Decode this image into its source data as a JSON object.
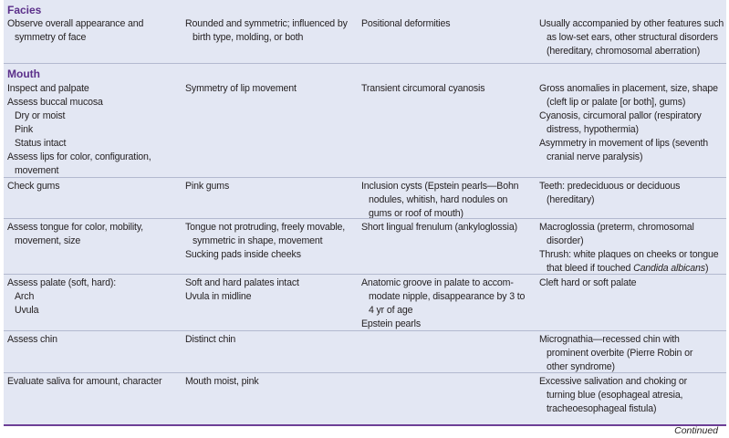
{
  "sections": [
    {
      "title": "Facies",
      "rows": [
        {
          "assessment": [
            "Observe overall appearance and",
            "  symmetry of face"
          ],
          "normal": [
            "Rounded and symmetric; influenced by",
            "  birth type, molding, or both"
          ],
          "variations": [
            "Positional deformities"
          ],
          "deviations": [
            "Usually accompanied by other features such",
            "  as low-set ears, other structural disorders",
            "  (hereditary, chromosomal aberration)"
          ]
        }
      ]
    },
    {
      "title": "Mouth",
      "rows": [
        {
          "assessment": [
            "Inspect and palpate",
            "Assess buccal mucosa",
            "Dry or moist",
            "Pink",
            "Status intact",
            "Assess lips for color, configuration,",
            "  movement"
          ],
          "normal": [
            "Symmetry of lip movement"
          ],
          "variations": [
            "Transient circumoral cyanosis"
          ],
          "deviations": [
            "Gross anomalies in placement, size, shape",
            "  (cleft lip or palate [or both], gums)",
            "Cyanosis, circumoral pallor (respiratory",
            "  distress, hypothermia)",
            "Asymmetry in movement of lips (seventh",
            "  cranial nerve paralysis)"
          ]
        },
        {
          "assessment": [
            "Check gums"
          ],
          "normal": [
            "Pink gums"
          ],
          "variations": [
            "Inclusion cysts (Epstein pearls—Bohn",
            "  nodules, whitish, hard nodules on",
            "  gums or roof of mouth)"
          ],
          "deviations": [
            "Teeth: predeciduous or deciduous",
            "  (hereditary)"
          ]
        },
        {
          "assessment": [
            "Assess tongue for color, mobility,",
            "  movement, size"
          ],
          "normal": [
            "Tongue not protruding, freely movable,",
            "  symmetric in shape, movement",
            "Sucking pads inside cheeks"
          ],
          "variations": [
            "Short lingual frenulum (ankyloglossia)"
          ],
          "deviations": [
            "Macroglossia (preterm, chromosomal",
            "  disorder)",
            "Thrush: white plaques on cheeks or tongue",
            "  that bleed if touched ",
            "Candida albicans",
            ")"
          ]
        },
        {
          "assessment": [
            "Assess palate (soft, hard):",
            "Arch",
            "Uvula"
          ],
          "normal": [
            "Soft and hard palates intact",
            "Uvula in midline"
          ],
          "variations": [
            "Anatomic groove in palate to accom-",
            "  modate nipple, disappearance by 3 to",
            "  4 yr of age",
            "Epstein pearls"
          ],
          "deviations": [
            "Cleft hard or soft palate"
          ]
        },
        {
          "assessment": [
            "Assess chin"
          ],
          "normal": [
            "Distinct chin"
          ],
          "variations": [],
          "deviations": [
            "Micrognathia—recessed chin with",
            "  prominent overbite (Pierre Robin or",
            "  other syndrome)"
          ]
        },
        {
          "assessment": [
            "Evaluate saliva for amount, character"
          ],
          "normal": [
            "Mouth moist, pink"
          ],
          "variations": [],
          "deviations": [
            "Excessive salivation and choking or",
            "  turning blue (esophageal atresia,",
            "  tracheoesophageal fistula)"
          ]
        }
      ]
    }
  ],
  "footer": {
    "continued": "Continued"
  },
  "colors": {
    "background": "#e3e7f3",
    "heading": "#5b2f8a",
    "rule": "#b3b9cf",
    "bottom_border": "#6d3f96"
  }
}
